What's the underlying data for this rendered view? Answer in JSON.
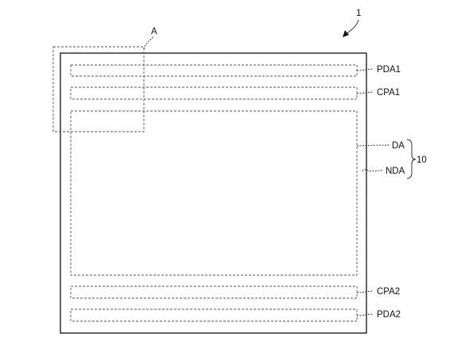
{
  "figure": {
    "reference_numeral": "1",
    "group_numeral": "10",
    "detail_label": "A",
    "regions": {
      "pda1": "PDA1",
      "cpa1": "CPA1",
      "da": "DA",
      "nda": "NDA",
      "cpa2": "CPA2",
      "pda2": "PDA2"
    }
  }
}
